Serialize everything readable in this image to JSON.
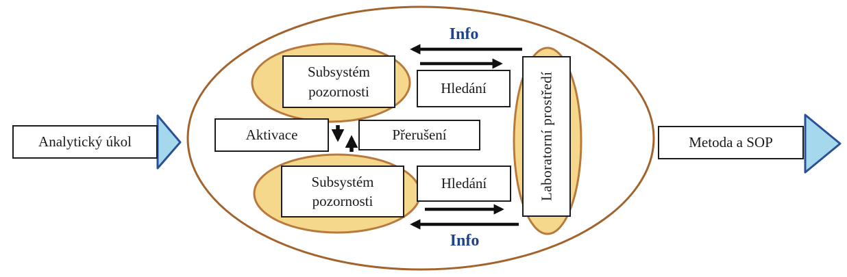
{
  "diagram": {
    "input_label": "Analytický úkol",
    "output_label": "Metoda a SOP",
    "attention_top": "Subsystém pozornosti",
    "attention_bottom": "Subsystém pozornosti",
    "activation": "Aktivace",
    "interruption": "Přerušení",
    "search_top": "Hledání",
    "search_bottom": "Hledání",
    "lab_environment": "Laboratorní prostředí",
    "info_top": "Info",
    "info_bottom": "Info",
    "colors": {
      "outer_ellipse_stroke": "#a2632d",
      "inner_ellipse_fill": "#f6d88d",
      "inner_ellipse_stroke": "#b8793c",
      "block_arrow_fill": "#a5d8ed",
      "block_arrow_stroke": "#2a5097",
      "info_text": "#1f4387",
      "connector_arrow": "#111111",
      "box_border": "#1c1c1c"
    }
  }
}
